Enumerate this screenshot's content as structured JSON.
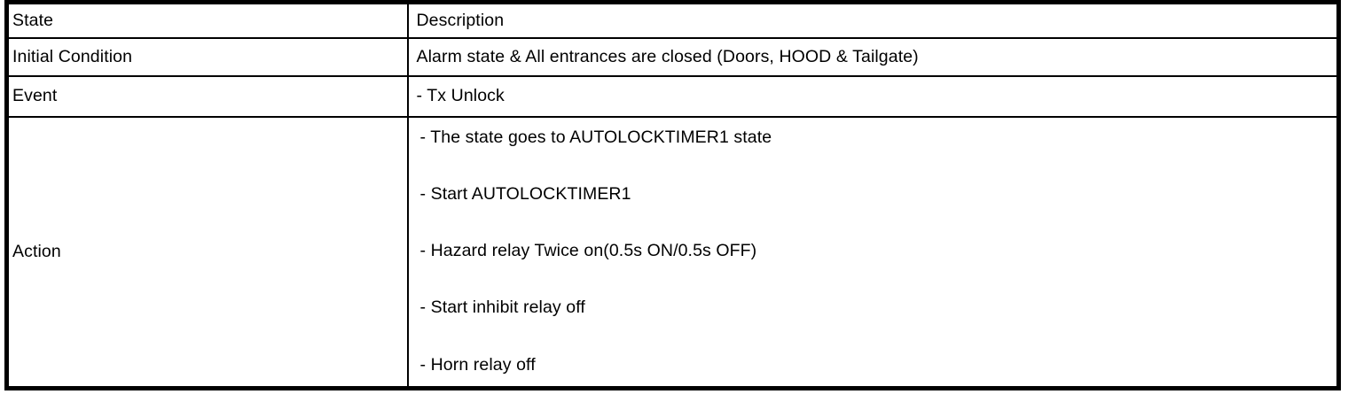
{
  "table": {
    "columns": [
      {
        "label": "State"
      },
      {
        "label": "Description"
      }
    ],
    "rows": [
      {
        "state": "Initial Condition",
        "description_lines": [
          "Alarm state & All entrances are closed (Doors, HOOD & Tailgate)"
        ]
      },
      {
        "state": "Event",
        "description_lines": [
          "- Tx Unlock"
        ]
      },
      {
        "state": "Action",
        "description_lines": [
          "- The state goes to AUTOLOCKTIMER1 state",
          "- Start AUTOLOCKTIMER1",
          "- Hazard relay Twice on(0.5s ON/0.5s OFF)",
          "- Start inhibit relay off",
          "- Horn relay off"
        ]
      }
    ],
    "colors": {
      "border": "#000000",
      "background": "#ffffff",
      "text": "#000000"
    }
  }
}
